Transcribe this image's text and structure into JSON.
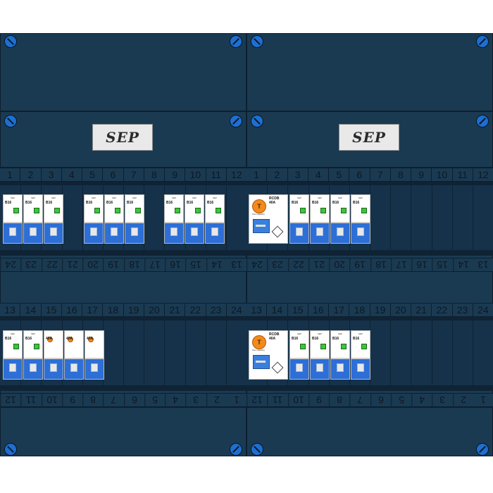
{
  "colors": {
    "panel": "#1a3a52",
    "panel_dark": "#0d1f2d",
    "screw": "#1e6fd0",
    "breaker_blue": "#2d6fd6",
    "led_green": "#3cc43c",
    "rcd_orange": "#f38a1c",
    "device_white": "#ffffff"
  },
  "logo": {
    "text": "SEP"
  },
  "slot_numbers": {
    "top_row": [
      "1",
      "2",
      "3",
      "4",
      "5",
      "6",
      "7",
      "8",
      "9",
      "10",
      "11",
      "12"
    ],
    "mid_row": [
      "13",
      "14",
      "15",
      "16",
      "17",
      "18",
      "19",
      "20",
      "21",
      "22",
      "23",
      "24"
    ]
  },
  "device_labels": {
    "mcb_rating": "B16",
    "rcd_rating": "40A",
    "rcd_model": "RCDB",
    "rcd_symbol": "T",
    "rcd_test": "Test regularly",
    "brand": "SEP"
  },
  "icons": {
    "screw": "screw-icon",
    "test_button": "test-button-icon",
    "status_led": "status-led-icon"
  }
}
